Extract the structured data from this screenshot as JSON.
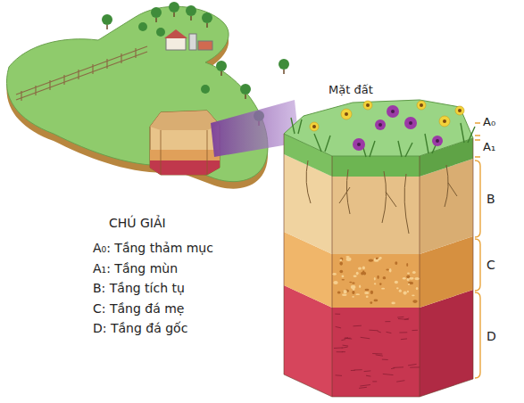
{
  "diagram": {
    "labels": [
      "Mặt đất",
      "A₀",
      "A₁",
      "B",
      "C",
      "D",
      "CHÚ GIẢI"
    ],
    "legend": [
      {
        "text": "A₀: Tầng thảm mục"
      },
      {
        "text": "A₁: Tầng mùn"
      },
      {
        "text": "B:  Tầng tích tụ"
      },
      {
        "text": "C:  Tầng đá mẹ"
      },
      {
        "text": "D:  Tầng đá gốc"
      }
    ]
  }
}
